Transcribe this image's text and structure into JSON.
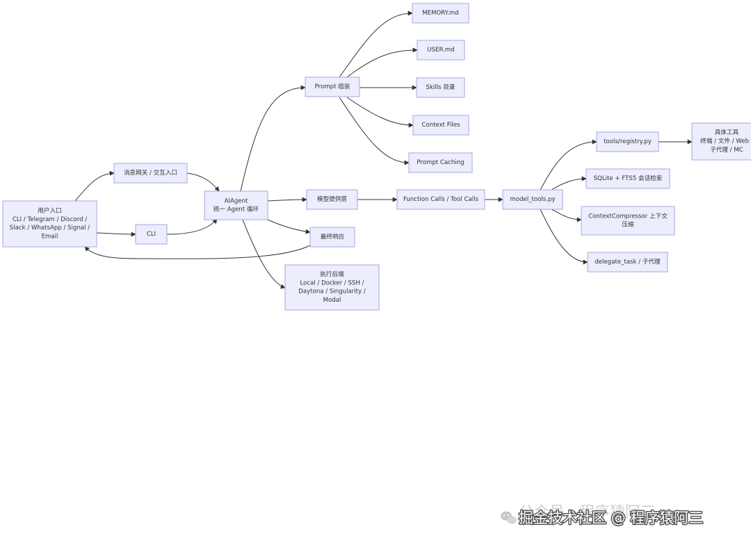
{
  "diagram": {
    "nodes": {
      "user_entry": {
        "lines": [
          "用户入口",
          "CLI / Telegram / Discord /",
          "Slack / WhatsApp / Signal /",
          "Email"
        ]
      },
      "gateway": {
        "lines": [
          "消息网关 / 交互入口"
        ]
      },
      "cli": {
        "lines": [
          "CLI"
        ]
      },
      "aiagent": {
        "lines": [
          "AIAgent",
          "统一 Agent 循环"
        ]
      },
      "prompt_assembly": {
        "lines": [
          "Prompt 组装"
        ]
      },
      "memory_md": {
        "lines": [
          "MEMORY.md"
        ]
      },
      "user_md": {
        "lines": [
          "USER.md"
        ]
      },
      "skills_dir": {
        "lines": [
          "Skills 目录"
        ]
      },
      "context_files": {
        "lines": [
          "Context Files"
        ]
      },
      "prompt_caching": {
        "lines": [
          "Prompt Caching"
        ]
      },
      "model_provider": {
        "lines": [
          "模型提供层"
        ]
      },
      "function_calls": {
        "lines": [
          "Function Calls / Tool Calls"
        ]
      },
      "model_tools": {
        "lines": [
          "model_tools.py"
        ]
      },
      "final_response": {
        "lines": [
          "最终响应"
        ]
      },
      "exec_backend": {
        "lines": [
          "执行后端",
          "Local / Docker / SSH /",
          "Daytona / Singularity /",
          "Modal"
        ]
      },
      "tools_registry": {
        "lines": [
          "tools/registry.py"
        ]
      },
      "concrete_tools": {
        "lines": [
          "具体工具",
          "终端 / 文件 / Web /",
          "子代理 / MC"
        ]
      },
      "sqlite_search": {
        "lines": [
          "SQLite + FTS5 会话检索"
        ]
      },
      "context_compressor": {
        "lines": [
          "ContextCompressor 上下文",
          "压缩"
        ]
      },
      "delegate_task": {
        "lines": [
          "delegate_task / 子代理"
        ]
      }
    },
    "edges": [
      {
        "from": "user_entry",
        "to": "gateway"
      },
      {
        "from": "user_entry",
        "to": "cli"
      },
      {
        "from": "gateway",
        "to": "aiagent"
      },
      {
        "from": "cli",
        "to": "aiagent"
      },
      {
        "from": "aiagent",
        "to": "prompt_assembly"
      },
      {
        "from": "aiagent",
        "to": "model_provider"
      },
      {
        "from": "aiagent",
        "to": "final_response"
      },
      {
        "from": "aiagent",
        "to": "exec_backend"
      },
      {
        "from": "prompt_assembly",
        "to": "memory_md"
      },
      {
        "from": "prompt_assembly",
        "to": "user_md"
      },
      {
        "from": "prompt_assembly",
        "to": "skills_dir"
      },
      {
        "from": "prompt_assembly",
        "to": "context_files"
      },
      {
        "from": "prompt_assembly",
        "to": "prompt_caching"
      },
      {
        "from": "model_provider",
        "to": "function_calls"
      },
      {
        "from": "function_calls",
        "to": "model_tools"
      },
      {
        "from": "model_tools",
        "to": "tools_registry"
      },
      {
        "from": "model_tools",
        "to": "sqlite_search"
      },
      {
        "from": "model_tools",
        "to": "context_compressor"
      },
      {
        "from": "model_tools",
        "to": "delegate_task"
      },
      {
        "from": "tools_registry",
        "to": "concrete_tools"
      },
      {
        "from": "final_response",
        "to": "user_entry"
      }
    ]
  },
  "watermark": {
    "back_text": "公众号 · 程序猿阿三",
    "front_text": "掘金技术社区 @ 程序猿阿三",
    "icon": "wechat-icon"
  },
  "colors": {
    "node_fill": "#ecedfd",
    "node_stroke": "#a5a6e2",
    "edge": "#333333",
    "text": "#333333"
  }
}
